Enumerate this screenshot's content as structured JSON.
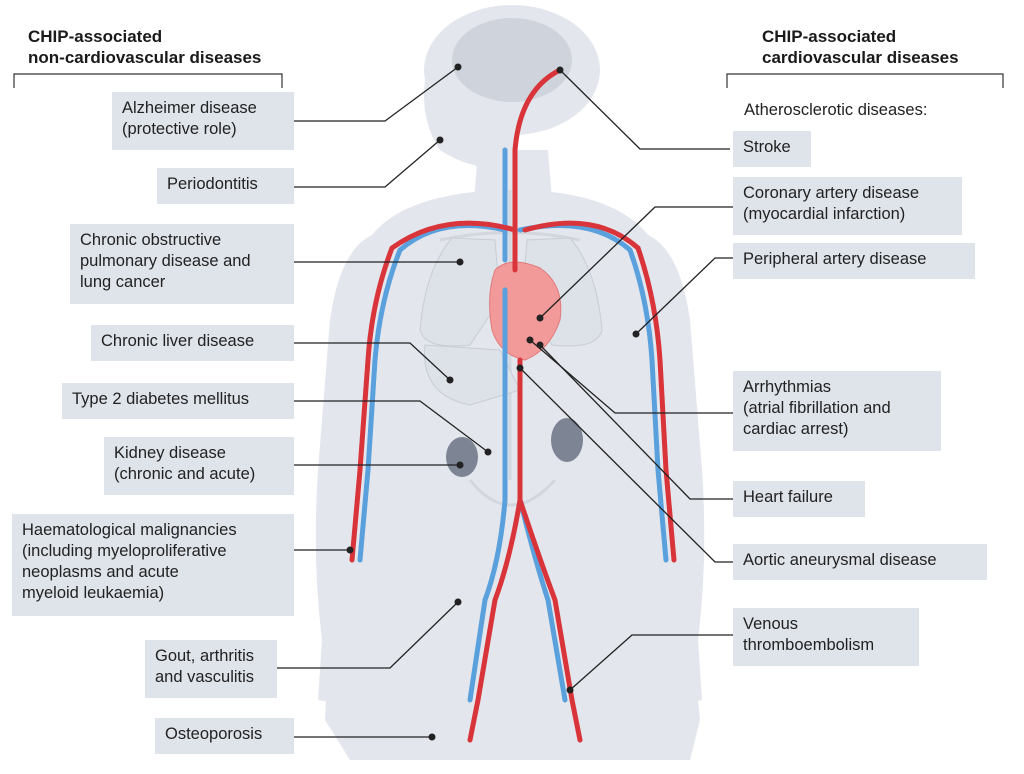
{
  "headers": {
    "left": [
      "CHIP-associated",
      "non-cardiovascular diseases"
    ],
    "right": [
      "CHIP-associated",
      "cardiovascular diseases"
    ]
  },
  "right_subheading": "Atherosclerotic diseases:",
  "left_labels": [
    [
      "Alzheimer disease",
      "(protective role)"
    ],
    [
      "Periodontitis"
    ],
    [
      "Chronic obstructive",
      "pulmonary disease and",
      "lung cancer"
    ],
    [
      "Chronic liver disease"
    ],
    [
      "Type 2 diabetes mellitus"
    ],
    [
      "Kidney disease",
      "(chronic and acute)"
    ],
    [
      "Haematological malignancies",
      "(including myeloproliferative",
      "neoplasms and acute",
      "myeloid leukaemia)"
    ],
    [
      "Gout, arthritis",
      "and vasculitis"
    ],
    [
      "Osteoporosis"
    ]
  ],
  "right_labels": [
    [
      "Stroke"
    ],
    [
      "Coronary artery disease",
      "(myocardial infarction)"
    ],
    [
      "Peripheral artery disease"
    ],
    [
      "Arrhythmias",
      "(atrial fibrillation and",
      "cardiac arrest)"
    ],
    [
      "Heart failure"
    ],
    [
      "Aortic aneurysmal disease"
    ],
    [
      "Venous",
      "thromboembolism"
    ]
  ],
  "colors": {
    "label_bg": "#dfe3ea",
    "body_fill": "#e3e6ec",
    "artery": "#d8343a",
    "vein": "#5aa0dc",
    "heart": "#f29a9a",
    "organ_grey": "#7d8595",
    "leader_line": "#222222"
  }
}
